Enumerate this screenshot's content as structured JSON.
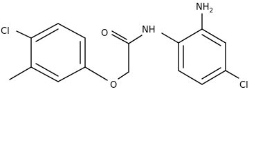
{
  "molecule": {
    "atoms": {
      "cl_left": "Cl",
      "oxygen_carbonyl": "O",
      "nh": "NH",
      "nh2": "NH",
      "nh2_subscript": "2",
      "oxygen_ether": "O",
      "cl_right": "Cl"
    },
    "colors": {
      "bond": "#000000",
      "label": "#000000",
      "background": "#ffffff"
    }
  }
}
